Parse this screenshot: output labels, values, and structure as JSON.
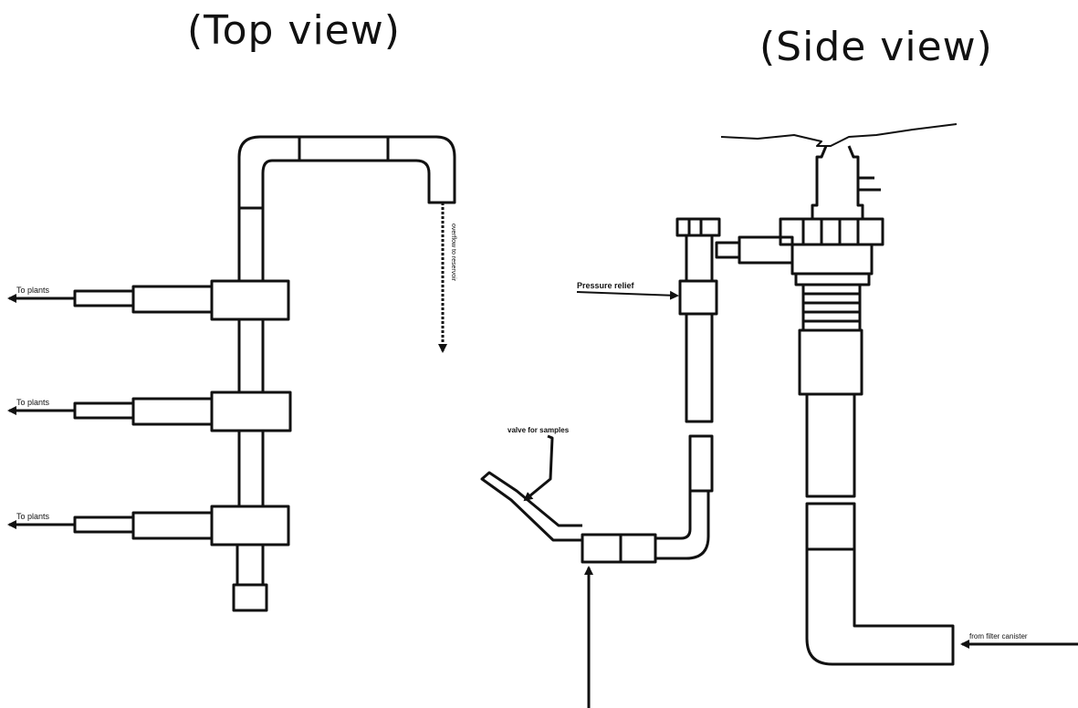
{
  "titles": {
    "top_view": "(Top view)",
    "side_view": "(Side view)"
  },
  "top_view": {
    "outlet_labels": [
      "To plants",
      "To plants",
      "To plants"
    ],
    "drain_label": "overflow to reservoir"
  },
  "side_view": {
    "valve_label": "Pressure relief",
    "sampling_label": "valve for samples",
    "inlet_label": "from filter canister"
  },
  "colors": {
    "line": "#111111",
    "background": "#ffffff"
  }
}
